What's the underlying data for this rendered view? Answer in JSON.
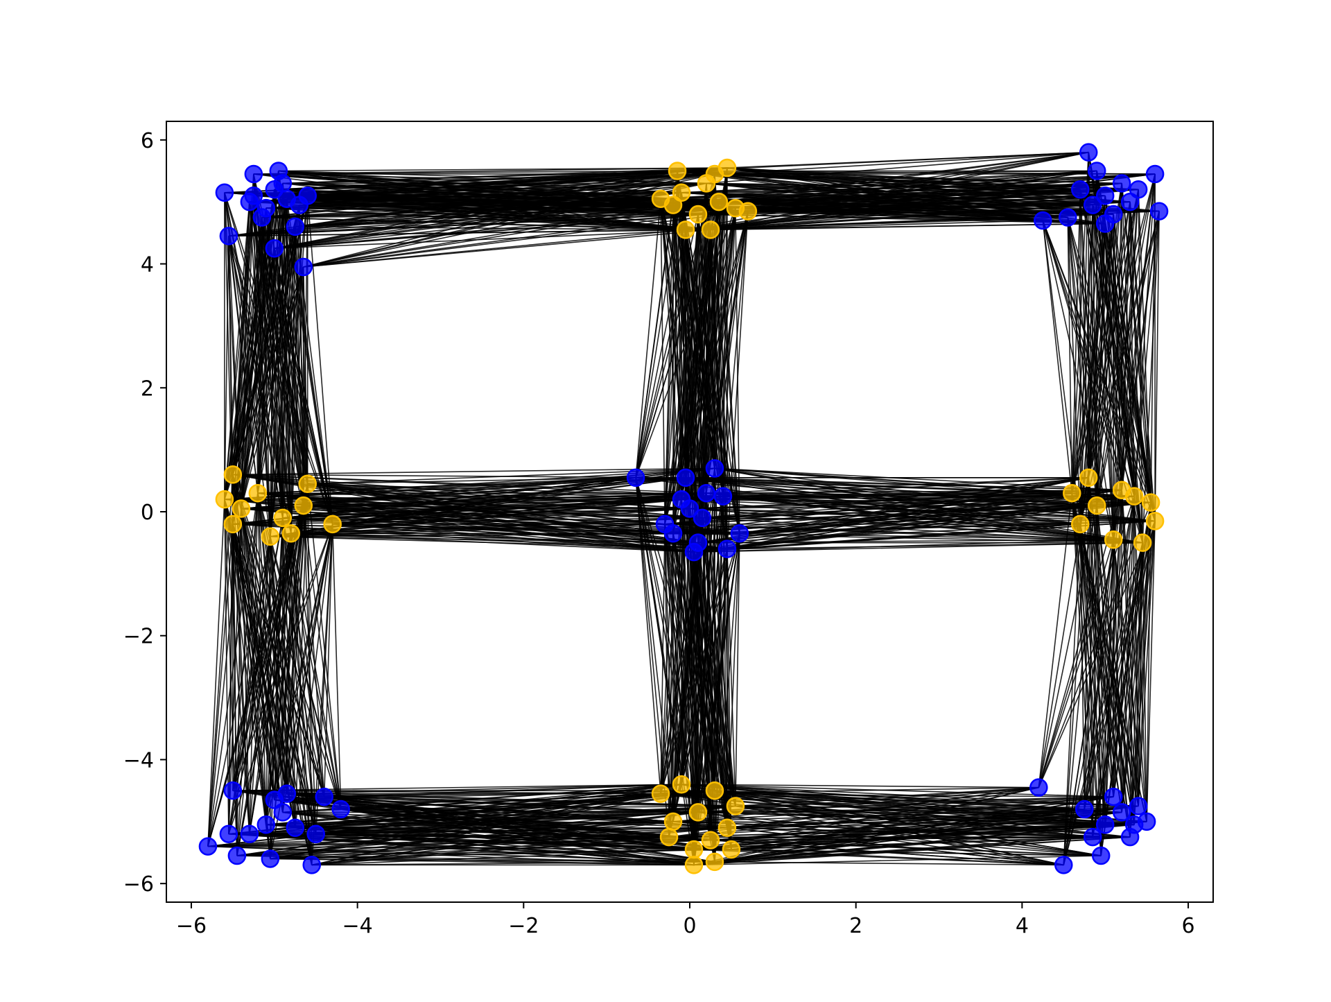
{
  "chart_data": {
    "type": "scatter",
    "title": "",
    "xlabel": "",
    "ylabel": "",
    "xlim": [
      -6.3,
      6.3
    ],
    "ylim": [
      -6.3,
      6.3
    ],
    "x_ticks": [
      -6,
      -4,
      -2,
      0,
      2,
      4,
      6
    ],
    "y_ticks": [
      -6,
      -4,
      -2,
      0,
      2,
      4,
      6
    ],
    "x_tick_labels": [
      "−6",
      "−4",
      "−2",
      "0",
      "2",
      "4",
      "6"
    ],
    "y_tick_labels": [
      "−6",
      "−4",
      "−2",
      "0",
      "2",
      "4",
      "6"
    ],
    "grid": false,
    "legend": "none",
    "colors": {
      "corner_nodes": "#0000ff",
      "edge_nodes": "#ffc000",
      "edges": "#000000"
    },
    "series": [
      {
        "color": "#0000ff",
        "points": [
          [
            -5.25,
            5.1
          ],
          [
            -5.0,
            5.2
          ],
          [
            -4.85,
            5.05
          ],
          [
            -5.1,
            4.9
          ],
          [
            -4.9,
            5.3
          ],
          [
            -5.3,
            5.0
          ],
          [
            -4.7,
            4.95
          ],
          [
            -5.15,
            4.75
          ],
          [
            -5.55,
            4.45
          ],
          [
            -4.75,
            4.6
          ],
          [
            -5.0,
            4.25
          ],
          [
            -4.65,
            3.95
          ],
          [
            -5.6,
            5.15
          ],
          [
            -4.95,
            5.5
          ],
          [
            -5.25,
            5.45
          ],
          [
            -4.6,
            5.1
          ],
          [
            5.0,
            5.1
          ],
          [
            5.2,
            5.3
          ],
          [
            4.85,
            4.95
          ],
          [
            5.1,
            4.8
          ],
          [
            5.3,
            5.0
          ],
          [
            4.7,
            5.2
          ],
          [
            5.6,
            5.45
          ],
          [
            5.65,
            4.85
          ],
          [
            4.55,
            4.75
          ],
          [
            4.25,
            4.7
          ],
          [
            4.8,
            5.8
          ],
          [
            4.9,
            5.5
          ],
          [
            5.0,
            4.65
          ],
          [
            5.4,
            5.2
          ],
          [
            0.0,
            0.05
          ],
          [
            0.15,
            -0.1
          ],
          [
            -0.1,
            0.2
          ],
          [
            0.2,
            0.3
          ],
          [
            -0.3,
            -0.2
          ],
          [
            0.3,
            0.7
          ],
          [
            0.45,
            -0.6
          ],
          [
            0.6,
            -0.35
          ],
          [
            -0.05,
            0.55
          ],
          [
            0.1,
            -0.5
          ],
          [
            0.4,
            0.25
          ],
          [
            -0.2,
            -0.35
          ],
          [
            -0.65,
            0.55
          ],
          [
            0.05,
            -0.65
          ],
          [
            -5.1,
            -5.05
          ],
          [
            -4.9,
            -4.85
          ],
          [
            -5.3,
            -5.2
          ],
          [
            -4.75,
            -5.1
          ],
          [
            -5.0,
            -4.65
          ],
          [
            -5.5,
            -4.5
          ],
          [
            -5.55,
            -5.2
          ],
          [
            -5.45,
            -5.55
          ],
          [
            -4.55,
            -5.7
          ],
          [
            -4.4,
            -4.6
          ],
          [
            -4.2,
            -4.8
          ],
          [
            -5.05,
            -5.6
          ],
          [
            -5.8,
            -5.4
          ],
          [
            -4.85,
            -4.55
          ],
          [
            -4.5,
            -5.2
          ],
          [
            5.0,
            -5.05
          ],
          [
            5.2,
            -4.85
          ],
          [
            4.85,
            -5.25
          ],
          [
            5.1,
            -4.6
          ],
          [
            4.75,
            -4.8
          ],
          [
            5.35,
            -5.05
          ],
          [
            5.5,
            -5.0
          ],
          [
            5.3,
            -5.25
          ],
          [
            4.2,
            -4.45
          ],
          [
            4.5,
            -5.7
          ],
          [
            4.95,
            -5.55
          ],
          [
            5.4,
            -4.75
          ]
        ]
      },
      {
        "color": "#ffc000",
        "points": [
          [
            -0.1,
            5.15
          ],
          [
            0.2,
            5.3
          ],
          [
            -0.2,
            4.95
          ],
          [
            0.1,
            4.8
          ],
          [
            0.35,
            5.0
          ],
          [
            -0.35,
            5.05
          ],
          [
            0.45,
            5.55
          ],
          [
            -0.15,
            5.5
          ],
          [
            0.25,
            4.55
          ],
          [
            -0.05,
            4.55
          ],
          [
            0.55,
            4.9
          ],
          [
            0.7,
            4.85
          ],
          [
            0.3,
            5.45
          ],
          [
            -5.4,
            0.05
          ],
          [
            -5.2,
            0.3
          ],
          [
            -4.9,
            -0.1
          ],
          [
            -5.5,
            0.6
          ],
          [
            -4.6,
            0.45
          ],
          [
            -5.5,
            -0.2
          ],
          [
            -4.8,
            -0.35
          ],
          [
            -4.3,
            -0.2
          ],
          [
            -4.65,
            0.1
          ],
          [
            -5.05,
            -0.4
          ],
          [
            -5.6,
            0.2
          ],
          [
            4.9,
            0.1
          ],
          [
            5.2,
            0.35
          ],
          [
            4.7,
            -0.2
          ],
          [
            5.55,
            0.15
          ],
          [
            5.6,
            -0.15
          ],
          [
            4.8,
            0.55
          ],
          [
            5.1,
            -0.45
          ],
          [
            5.45,
            -0.5
          ],
          [
            4.6,
            0.3
          ],
          [
            5.35,
            0.25
          ],
          [
            -0.2,
            -5.0
          ],
          [
            0.1,
            -4.85
          ],
          [
            0.3,
            -4.5
          ],
          [
            -0.35,
            -4.55
          ],
          [
            0.45,
            -5.1
          ],
          [
            -0.25,
            -5.25
          ],
          [
            0.05,
            -5.45
          ],
          [
            0.5,
            -5.45
          ],
          [
            0.05,
            -5.7
          ],
          [
            0.3,
            -5.65
          ],
          [
            0.55,
            -4.75
          ],
          [
            -0.1,
            -4.4
          ],
          [
            0.25,
            -5.3
          ]
        ]
      }
    ]
  }
}
